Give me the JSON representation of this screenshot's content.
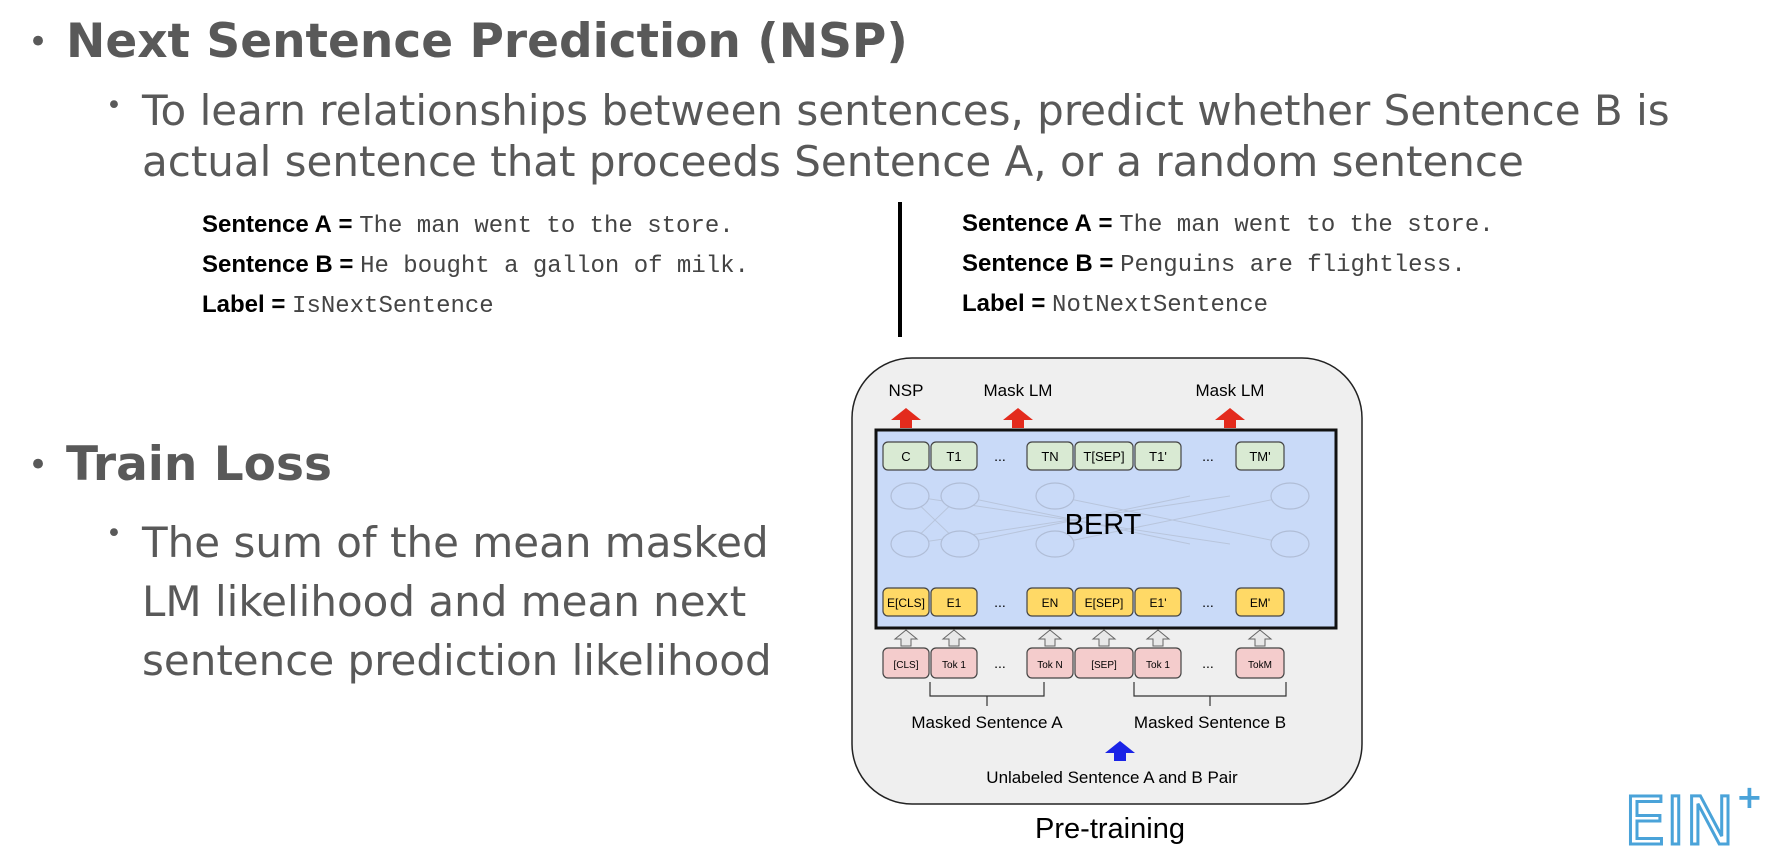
{
  "sections": [
    {
      "heading": "Next Sentence Prediction (NSP)",
      "bullets": [
        {
          "lines": [
            "To learn relationships between sentences, predict whether Sentence B is",
            "actual sentence that proceeds Sentence A, or a random sentence"
          ]
        }
      ]
    },
    {
      "heading": "Train Loss",
      "bullets": [
        {
          "lines": [
            "The sum of the mean masked",
            "LM likelihood and mean next",
            "sentence prediction likelihood"
          ]
        }
      ]
    }
  ],
  "examples": [
    {
      "a_label": "Sentence A",
      "a_text": "The man went to the store.",
      "b_label": "Sentence B",
      "b_text": "He bought a gallon of milk.",
      "label_label": "Label",
      "label_value": "IsNextSentence"
    },
    {
      "a_label": "Sentence A",
      "a_text": "The man went to the store.",
      "b_label": "Sentence B",
      "b_text": "Penguins are flightless.",
      "label_label": "Label",
      "label_value": "NotNextSentence"
    }
  ],
  "equals": "=",
  "diagram": {
    "outputs": [
      "NSP",
      "Mask LM",
      "Mask LM"
    ],
    "model_label": "BERT",
    "top_tokens": [
      "C",
      "T1",
      "...",
      "TN",
      "T[SEP]",
      "T1'",
      "...",
      "TM'"
    ],
    "embeddings": [
      "E[CLS]",
      "E1",
      "...",
      "EN",
      "E[SEP]",
      "E1'",
      "...",
      "EM'"
    ],
    "input_tokens": [
      "[CLS]",
      "Tok 1",
      "...",
      "Tok N",
      "[SEP]",
      "Tok 1",
      "...",
      "TokM"
    ],
    "masked_a": "Masked Sentence A",
    "masked_b": "Masked Sentence B",
    "input_label": "Unlabeled Sentence A and B Pair",
    "caption": "Pre-training",
    "colors": {
      "top_token": "#d9ead3",
      "embedding": "#ffd966",
      "input_token": "#f4cccc",
      "model_bg": "#c9daf8",
      "panel_bg": "#efefef",
      "red_arrow": "#e32b1d",
      "blue_arrow": "#1a23e6"
    }
  },
  "logo": {
    "text": "EIN",
    "sup": "+",
    "color": "#4aa3d9"
  }
}
